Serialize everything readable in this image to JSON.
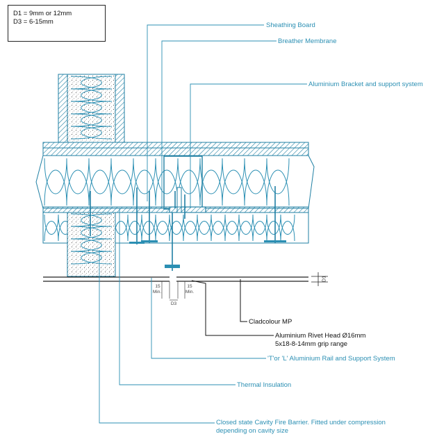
{
  "notes": {
    "line1": "D1 = 9mm or 12mm",
    "line2": "D3 = 6-15mm"
  },
  "labels": {
    "sheathing_board": "Sheathing Board",
    "breather_membrane": "Breather Membrane",
    "bracket_support": "Aluminium Bracket and support system",
    "cladcolour": "Cladcolour MP",
    "rivet_line1": "Aluminium Rivet Head Ø16mm",
    "rivet_line2": "5x18-8-14mm grip range",
    "rail_support": "'T'or 'L' Aluminium Rail and Support System",
    "thermal_insulation": "Thermal Insulation",
    "fire_barrier_line1": "Closed state Cavity Fire Barrier. Fitted under compression",
    "fire_barrier_line2": "depending on cavity size"
  },
  "dimensions": {
    "min_left_value": "15",
    "min_left_unit": "Min.",
    "min_right_value": "15",
    "min_right_unit": "Min.",
    "d3": "D3",
    "d1": "D1"
  },
  "colors": {
    "teal": "#2b8fb3",
    "ink": "#222222",
    "concrete_fill": "#f2f2f2",
    "leader": "#2b8fb3",
    "dark_leader": "#111111"
  }
}
